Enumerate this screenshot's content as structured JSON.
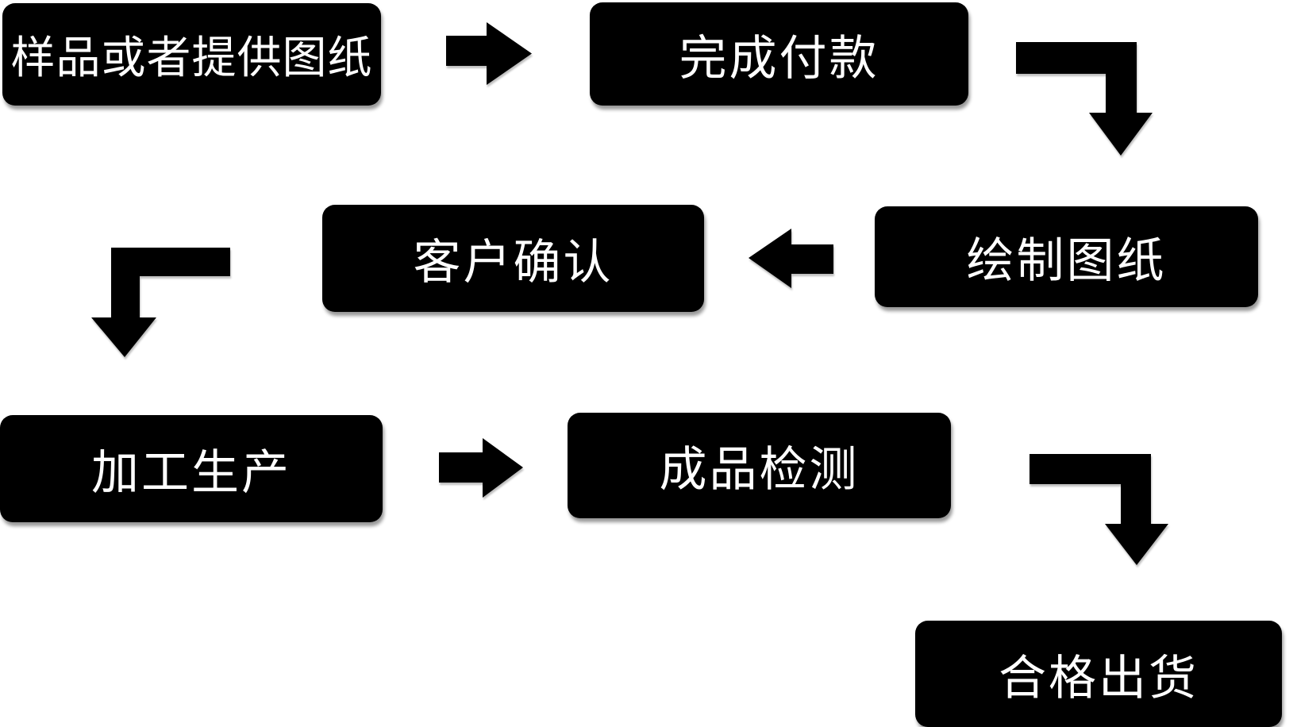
{
  "flowchart": {
    "background_color": "#ffffff",
    "box_fill": "#000000",
    "box_text_color": "#ffffff",
    "arrow_fill": "#000000",
    "steps": [
      {
        "id": "sample-or-drawing",
        "label": "样品或者提供图纸"
      },
      {
        "id": "complete-payment",
        "label": "完成付款"
      },
      {
        "id": "draw-drawings",
        "label": "绘制图纸"
      },
      {
        "id": "customer-confirm",
        "label": "客户确认"
      },
      {
        "id": "processing-production",
        "label": "加工生产"
      },
      {
        "id": "product-inspection",
        "label": "成品检测"
      },
      {
        "id": "qualified-shipment",
        "label": "合格出货"
      }
    ],
    "connections": [
      {
        "from": "样品或者提供图纸",
        "to": "完成付款",
        "arrow": "right"
      },
      {
        "from": "完成付款",
        "to": "绘制图纸",
        "arrow": "right-then-down"
      },
      {
        "from": "绘制图纸",
        "to": "客户确认",
        "arrow": "left"
      },
      {
        "from": "客户确认",
        "to": "加工生产",
        "arrow": "left-then-down"
      },
      {
        "from": "加工生产",
        "to": "成品检测",
        "arrow": "right"
      },
      {
        "from": "成品检测",
        "to": "合格出货",
        "arrow": "right-then-down"
      }
    ]
  }
}
